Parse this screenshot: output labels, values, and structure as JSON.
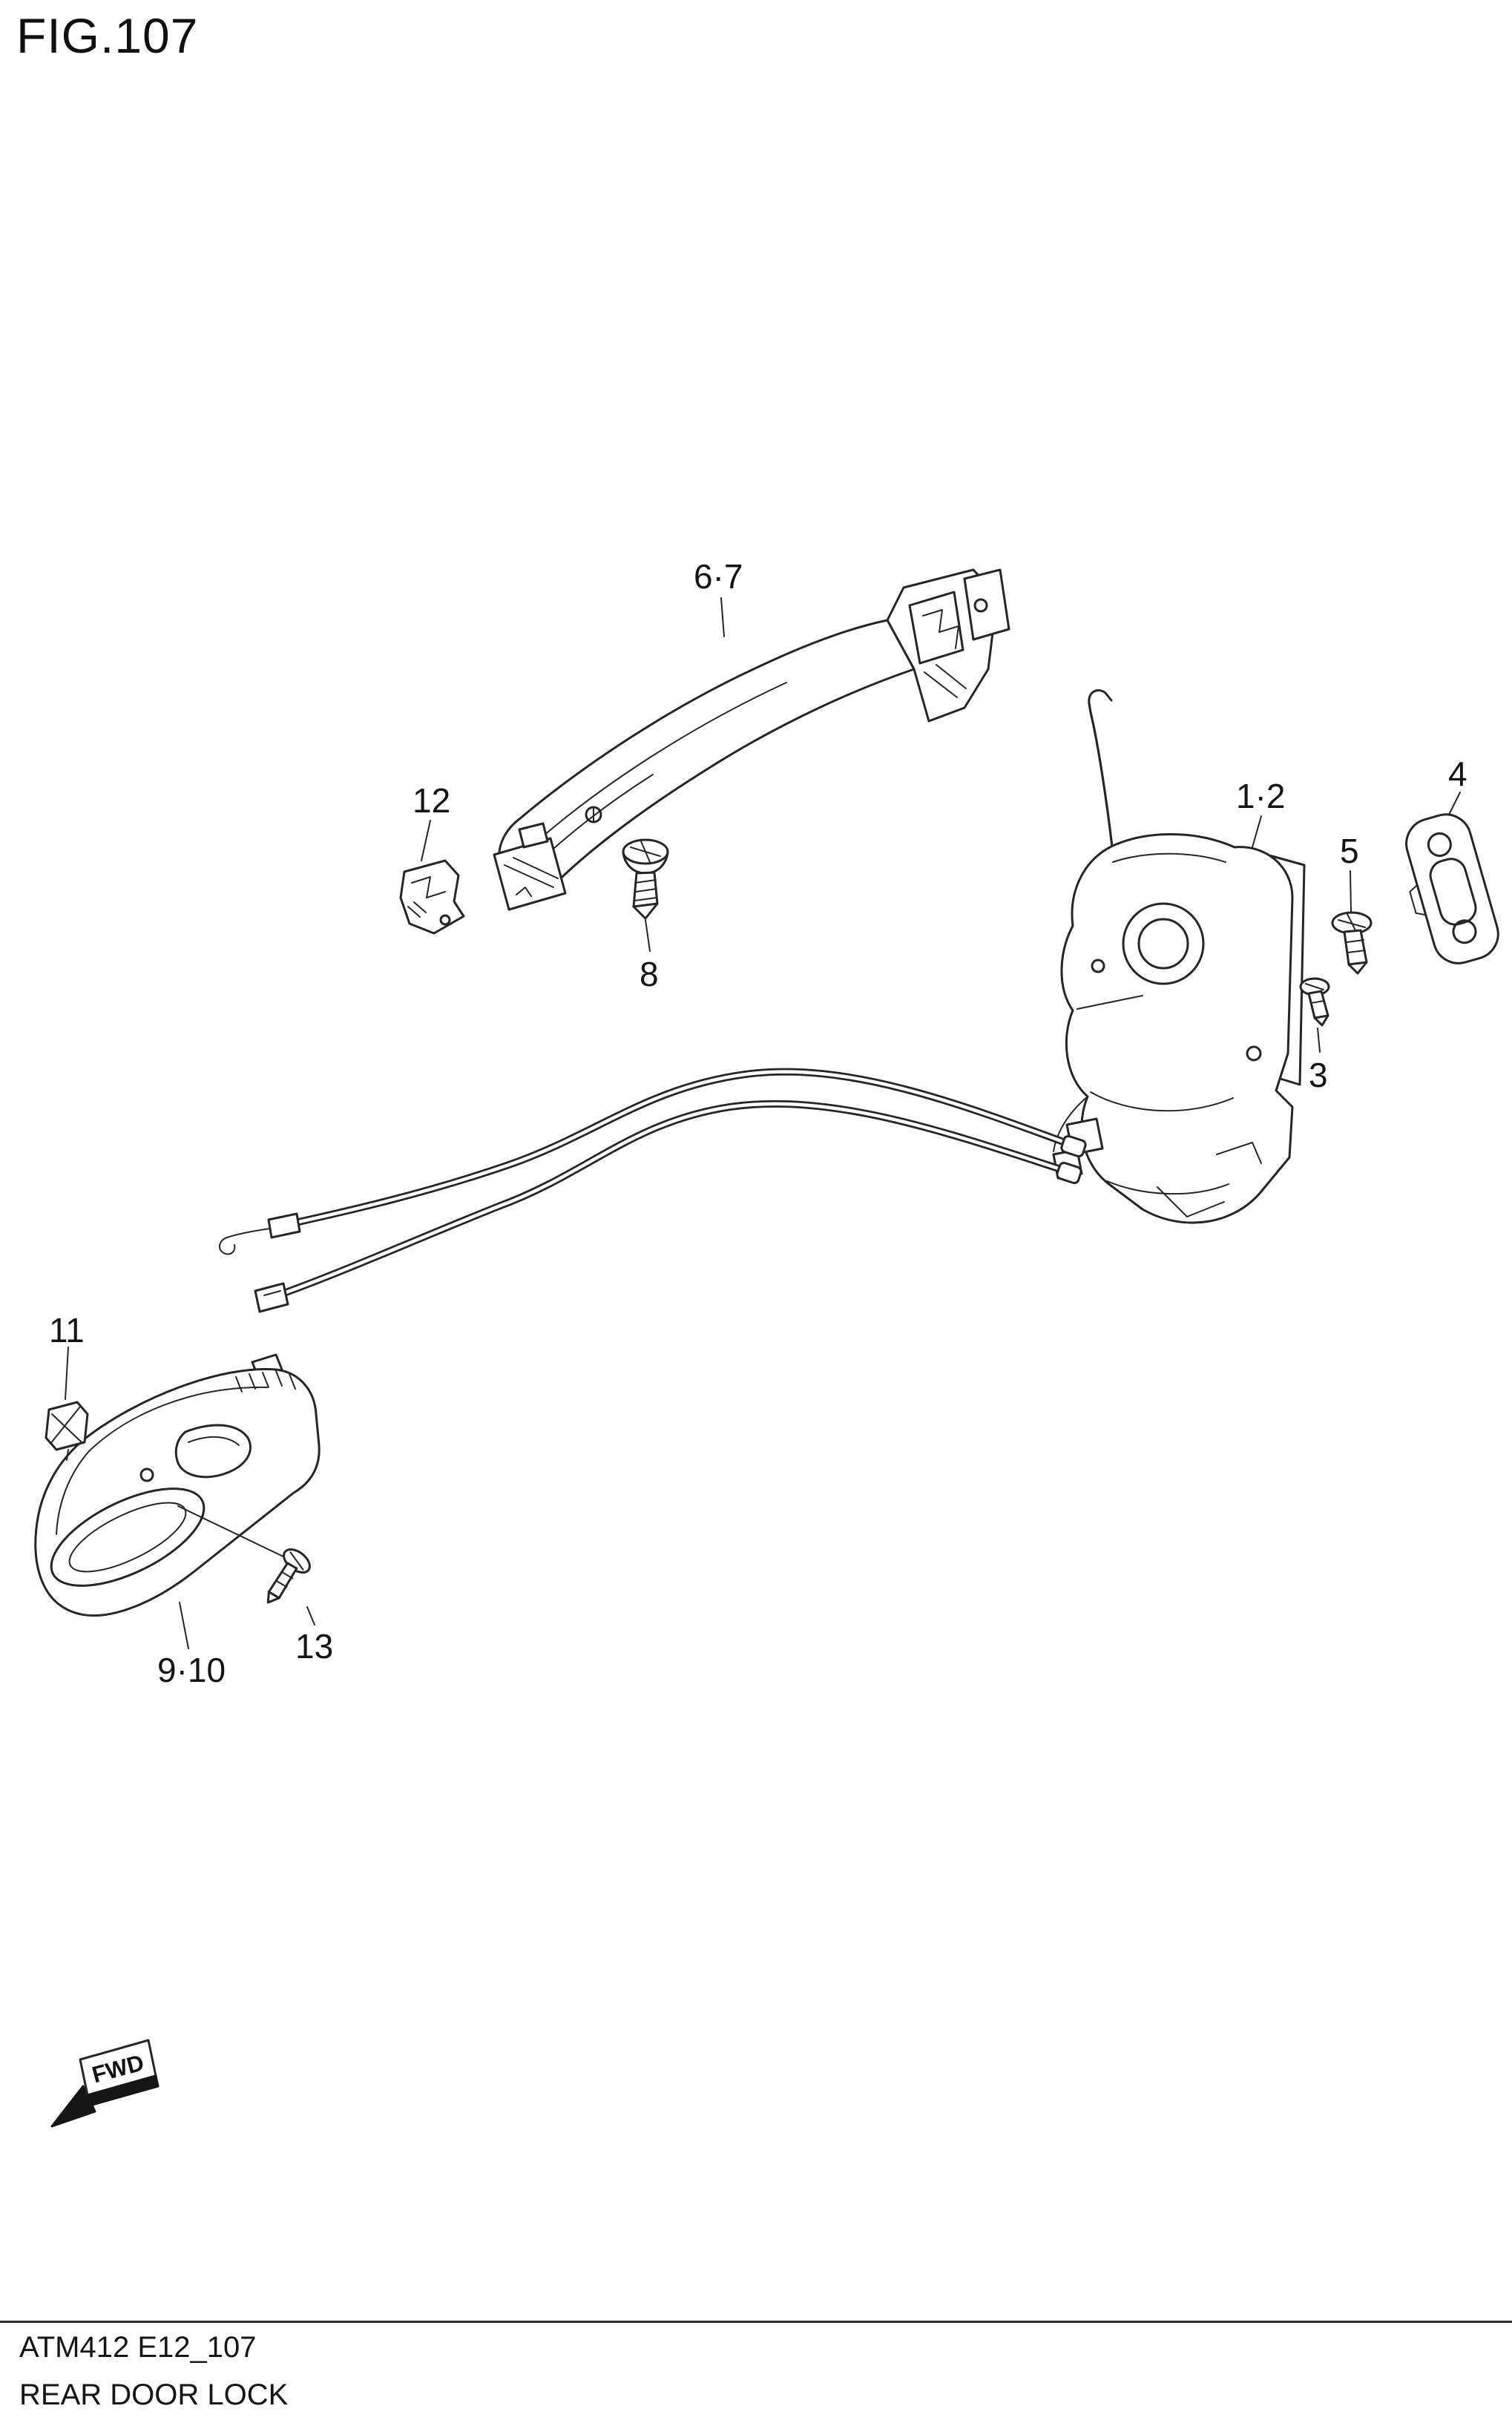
{
  "figure": {
    "title": "FIG.107",
    "diagram_code": "ATM412 E12_107",
    "caption": "REAR DOOR LOCK",
    "fwd_label": "FWD"
  },
  "callouts": [
    {
      "ref": "6-7",
      "label": "6·7"
    },
    {
      "ref": "12",
      "label": "12"
    },
    {
      "ref": "8",
      "label": "8"
    },
    {
      "ref": "1-2",
      "label": "1·2"
    },
    {
      "ref": "5",
      "label": "5"
    },
    {
      "ref": "4",
      "label": "4"
    },
    {
      "ref": "3",
      "label": "3"
    },
    {
      "ref": "11",
      "label": "11"
    },
    {
      "ref": "9-10",
      "label": "9·10"
    },
    {
      "ref": "13",
      "label": "13"
    }
  ]
}
